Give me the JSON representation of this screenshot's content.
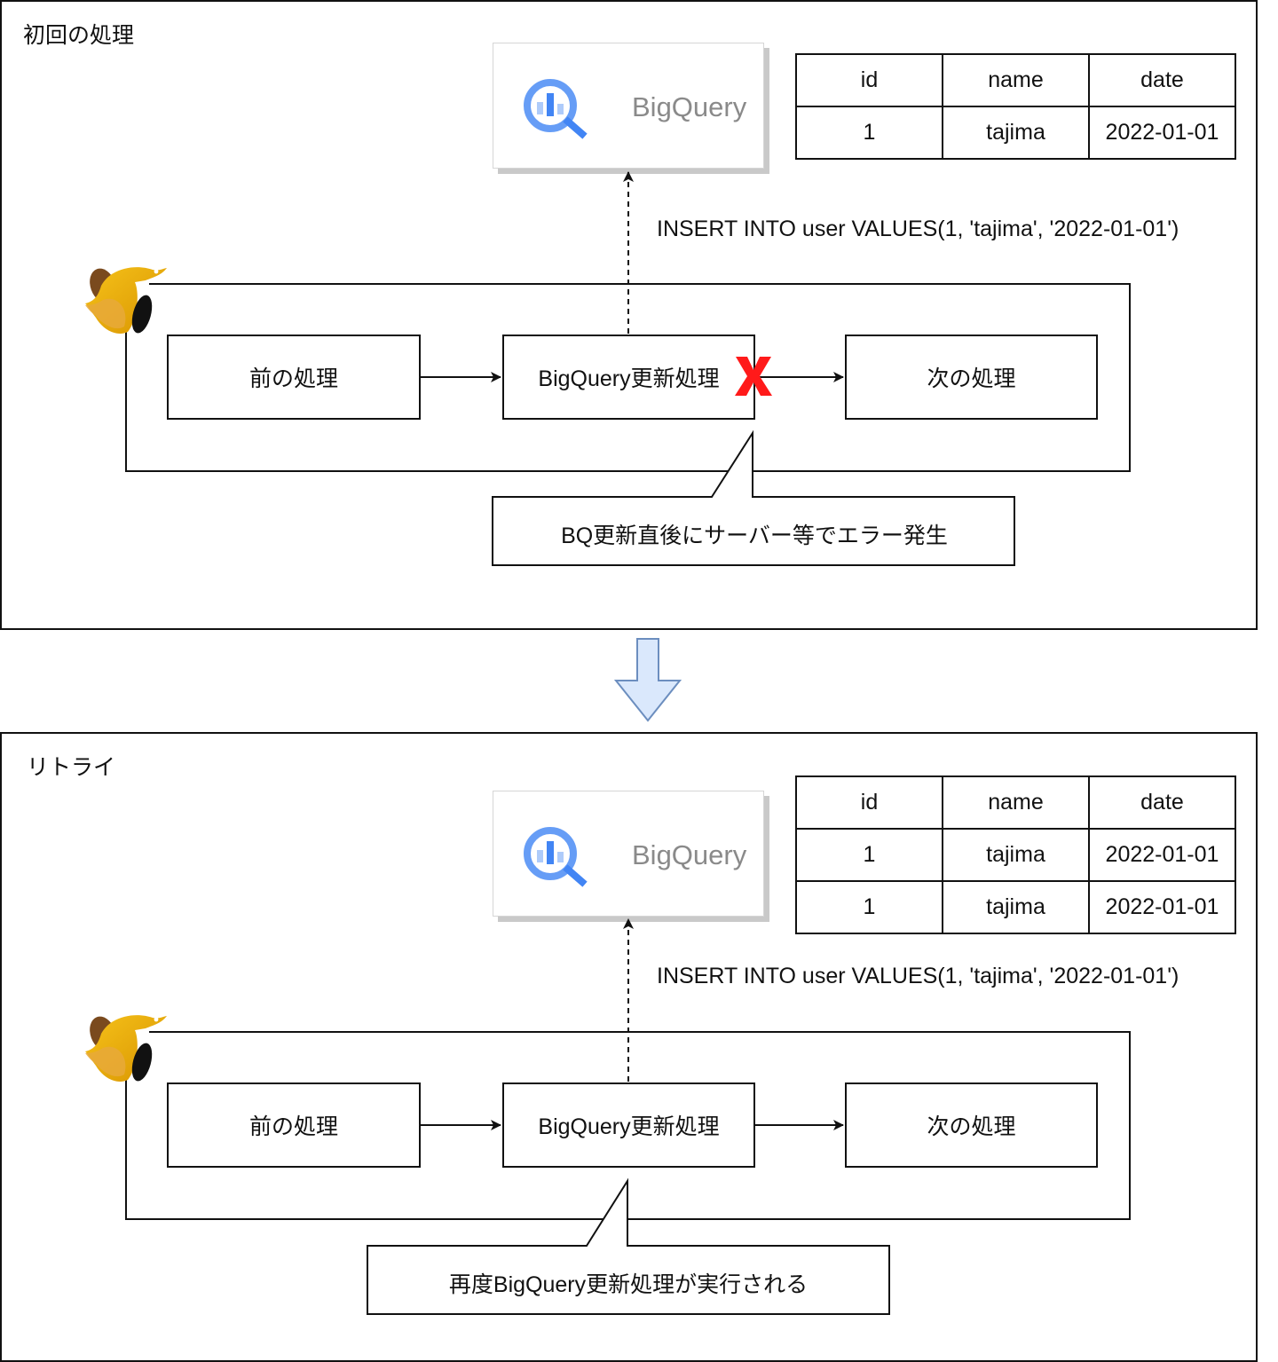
{
  "colors": {
    "stroke": "#111111",
    "error_mark": "#ff1a1a",
    "bigquery_blue": "#669df6",
    "bigquery_dark_blue": "#4285f4",
    "bigquery_light_blue": "#aecbfa",
    "bigquery_label": "#8a8a8a",
    "transition_arrow_fill": "#dae8fc",
    "transition_arrow_stroke": "#6c8ebf",
    "mascot_yellow": "#f2b705",
    "mascot_brown": "#7a4a1e"
  },
  "panels": [
    {
      "title": "初回の処理",
      "bigquery_label": "BigQuery",
      "icons": {
        "bigquery": "bigquery-magnifier-icon",
        "mascot": "digdag-bird-icon",
        "error": "red-x-icon"
      },
      "table": {
        "columns": [
          "id",
          "name",
          "date"
        ],
        "rows": [
          [
            "1",
            "tajima",
            "2022-01-01"
          ]
        ]
      },
      "sql": "INSERT INTO user VALUES(1, 'tajima', '2022-01-01')",
      "steps": [
        "前の処理",
        "BigQuery更新処理",
        "次の処理"
      ],
      "error_mark": "X",
      "callout": "BQ更新直後にサーバー等でエラー発生"
    },
    {
      "title": "リトライ",
      "bigquery_label": "BigQuery",
      "icons": {
        "bigquery": "bigquery-magnifier-icon",
        "mascot": "digdag-bird-icon"
      },
      "table": {
        "columns": [
          "id",
          "name",
          "date"
        ],
        "rows": [
          [
            "1",
            "tajima",
            "2022-01-01"
          ],
          [
            "1",
            "tajima",
            "2022-01-01"
          ]
        ]
      },
      "sql": "INSERT INTO user VALUES(1, 'tajima', '2022-01-01')",
      "steps": [
        "前の処理",
        "BigQuery更新処理",
        "次の処理"
      ],
      "callout": "再度BigQuery更新処理が実行される"
    }
  ],
  "transition_icon": "down-arrow-icon"
}
